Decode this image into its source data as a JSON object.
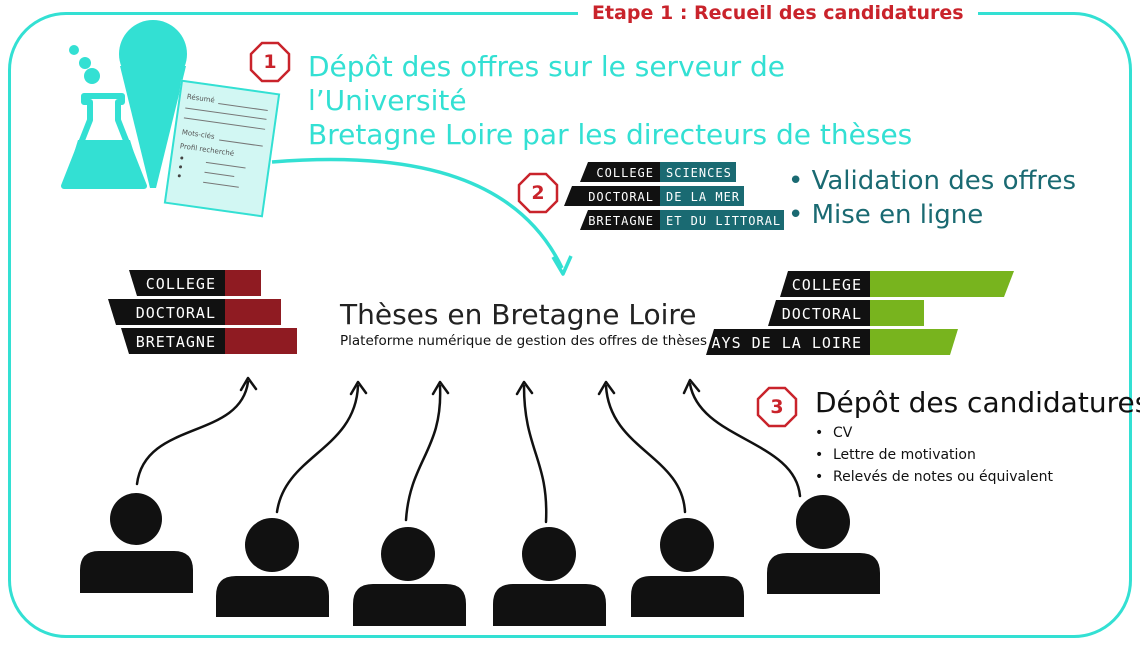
{
  "title": "Etape 1 : Recueil des candidatures",
  "step1": {
    "number": "1",
    "line1": "Dépôt des offres sur le serveur de l’Université",
    "line2": "Bretagne Loire par les directeurs de thèses"
  },
  "document": {
    "resume": "Résumé",
    "motscles": "Mots-clés",
    "profil": "Profil recherché"
  },
  "step2": {
    "number": "2",
    "bullets": [
      "• Validation des offres",
      "• Mise en ligne"
    ]
  },
  "logo_smer": {
    "left": [
      "COLLEGE",
      "DOCTORAL",
      "BRETAGNE"
    ],
    "right": [
      "SCIENCES",
      "DE LA MER",
      "ET DU LITTORAL"
    ]
  },
  "logo_bretagne": [
    "COLLEGE",
    "DOCTORAL",
    "BRETAGNE"
  ],
  "logo_pdl": [
    "COLLEGE",
    "DOCTORAL",
    "PAYS DE LA LOIRE"
  ],
  "platform": {
    "title": "Thèses en Bretagne Loire",
    "subtitle": "Plateforme numérique de gestion des offres de thèses"
  },
  "step3": {
    "number": "3",
    "title": "Dépôt des candidatures",
    "items": [
      "CV",
      "Lettre de motivation",
      "Relevés de notes ou équivalent"
    ]
  },
  "colors": {
    "teal": "#33e0d3",
    "dark_teal": "#1a6a72",
    "red": "#c9232b",
    "bretagne_red": "#8f1b22",
    "pdl_green": "#78b41e"
  }
}
